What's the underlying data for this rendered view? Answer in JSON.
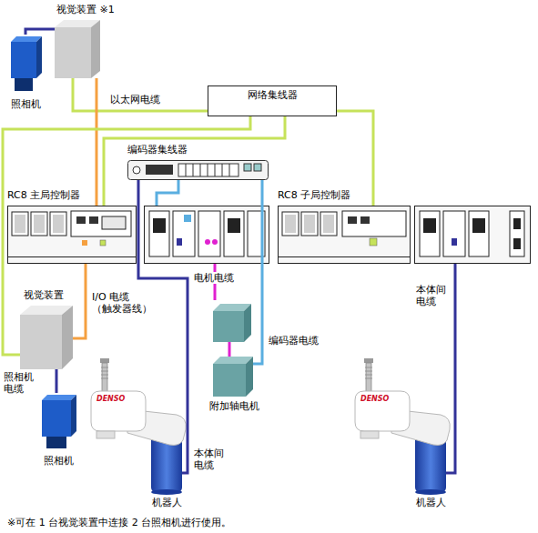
{
  "diagram": {
    "nodes": [
      {
        "text": [
          "视觉装置 ※1"
        ]
      },
      {
        "text": [
          "照相机"
        ]
      },
      {
        "text": [
          "网络集线器"
        ]
      },
      {
        "text": [
          "编码器集线器"
        ]
      },
      {
        "text": [
          "RC8 主局控制器"
        ]
      },
      {
        "text": [
          "RC8 子局控制器"
        ]
      },
      {
        "text": [
          "视觉装置"
        ]
      },
      {
        "text": [
          "附加轴电机"
        ]
      },
      {
        "text": [
          "照相机"
        ]
      },
      {
        "text": [
          "机器人"
        ]
      },
      {
        "text": [
          "机器人"
        ]
      }
    ],
    "edges": [
      {
        "from": 1,
        "to": 0,
        "arrow": "none"
      },
      {
        "from": 0,
        "to": 2,
        "label": "以太网电缆",
        "arrow": "none"
      },
      {
        "from": 0,
        "to": 4,
        "arrow": "none"
      },
      {
        "from": 6,
        "to": 2,
        "arrow": "none"
      },
      {
        "from": 4,
        "to": 2,
        "arrow": "none"
      },
      {
        "from": 5,
        "to": 2,
        "arrow": "none"
      },
      {
        "from": 6,
        "to": 4,
        "label": "I/O 电缆 （触发器线）",
        "arrow": "none"
      },
      {
        "from": 3,
        "to": 4,
        "arrow": "none"
      },
      {
        "from": 4,
        "to": 7,
        "label": "电机电缆",
        "arrow": "none"
      },
      {
        "from": 3,
        "to": 7,
        "label": "编码器电缆",
        "arrow": "none"
      },
      {
        "from": 3,
        "to": 9,
        "label": "本体间 电缆",
        "arrow": "none"
      },
      {
        "from": 8,
        "to": 6,
        "arrow": "none"
      },
      {
        "from": 5,
        "to": 10,
        "label": "本体间 电缆",
        "arrow": "none"
      }
    ],
    "labels": [
      "照相机 电缆",
      "DENSO",
      "DENSO",
      "※可在 1 台视觉装置中连接 2 台照相机进行使用。"
    ]
  }
}
